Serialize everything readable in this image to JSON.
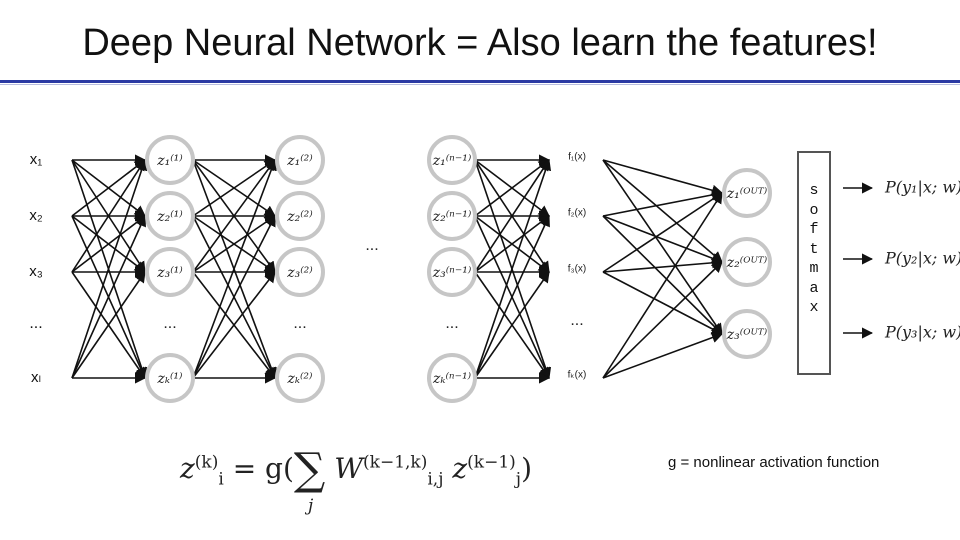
{
  "title": "Deep Neural Network = Also learn the features!",
  "inputs": [
    "x₁",
    "x₂",
    "x₃",
    "...",
    "xₗ"
  ],
  "layer1": [
    "z₁⁽¹⁾",
    "z₂⁽¹⁾",
    "z₃⁽¹⁾",
    "...",
    "zₖ⁽¹⁾"
  ],
  "layer2": [
    "z₁⁽²⁾",
    "z₂⁽²⁾",
    "z₃⁽²⁾",
    "...",
    "zₖ⁽²⁾"
  ],
  "middle_ellipsis": "...",
  "layern": [
    "z₁⁽ⁿ⁻¹⁾",
    "z₂⁽ⁿ⁻¹⁾",
    "z₃⁽ⁿ⁻¹⁾",
    "...",
    "zₖ⁽ⁿ⁻¹⁾"
  ],
  "features": [
    "f₁(x)",
    "f₂(x)",
    "f₃(x)",
    "...",
    "fₖ(x)"
  ],
  "outputs": [
    "z₁⁽ᴼᵁᵀ⁾",
    "z₂⁽ᴼᵁᵀ⁾",
    "z₃⁽ᴼᵁᵀ⁾"
  ],
  "softmax_letters": [
    "s",
    "o",
    "f",
    "t",
    "m",
    "a",
    "x"
  ],
  "probabilities": [
    "P(y₁|x; w)",
    "P(y₂|x; w)",
    "P(y₃|x; w)"
  ],
  "formula": {
    "lhs": "z",
    "lhs_sup": "(k)",
    "lhs_sub": "i",
    "eq": "= g(",
    "sum": "∑",
    "sum_index": "j",
    "w": "W",
    "w_sup": "(k−1,k)",
    "w_sub": "i,j",
    "z": "z",
    "z_sup": "(k−1)",
    "z_sub": "j",
    "close": ")"
  },
  "caption": "g = nonlinear activation function"
}
